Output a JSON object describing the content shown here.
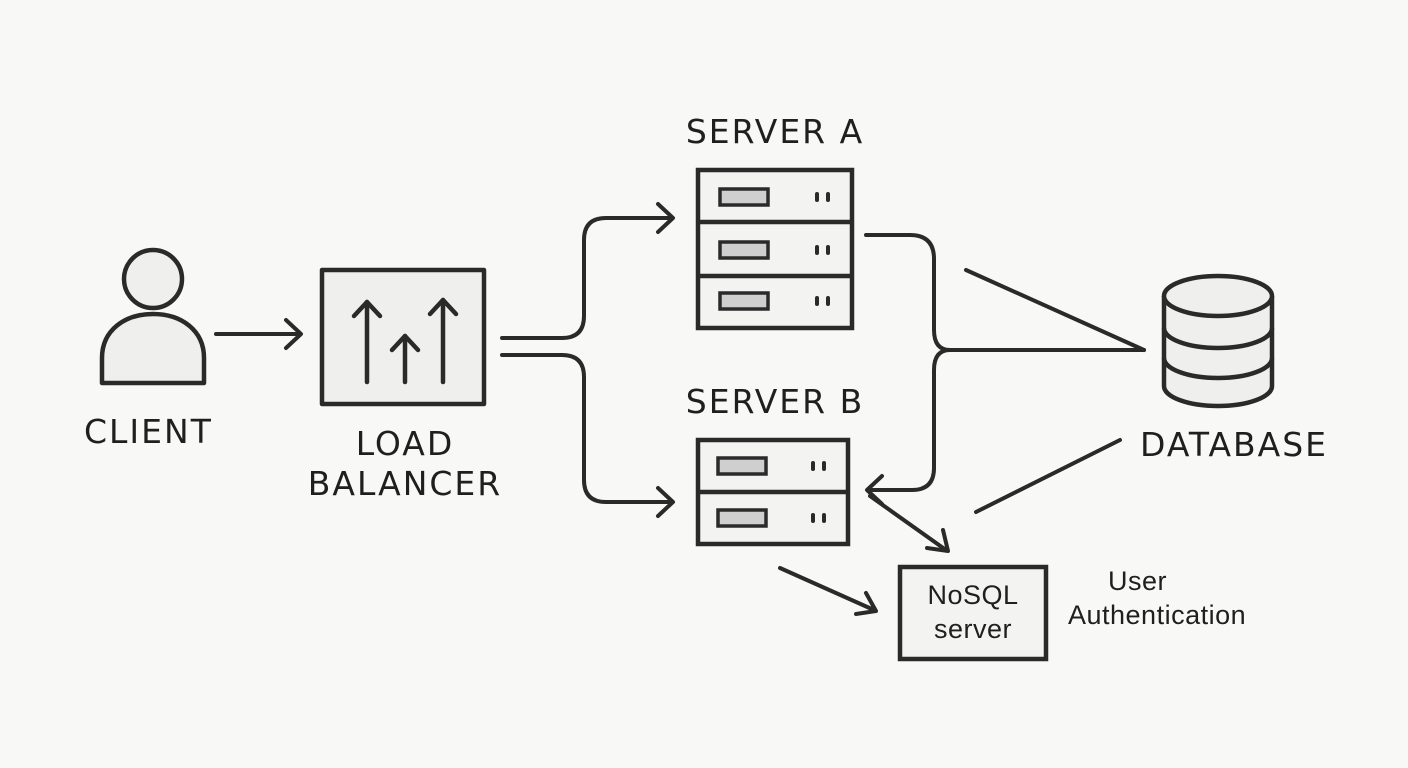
{
  "nodes": {
    "client": {
      "label": "CLIENT"
    },
    "load_balancer": {
      "label_line1": "LOAD",
      "label_line2": "BALANCER"
    },
    "server_a": {
      "label": "SERVER A"
    },
    "server_b": {
      "label": "SERVER B"
    },
    "database": {
      "label": "DATABASE"
    },
    "nosql": {
      "label_line1": "NoSQL",
      "label_line2": "server"
    },
    "user_auth": {
      "label_line1": "User",
      "label_line2": "Authentication"
    }
  },
  "colors": {
    "ink": "#2a2a2a",
    "paper": "#f8f8f6",
    "fill": "#efefed",
    "slot": "#cfcfcf"
  },
  "icons": {
    "client": "person-icon",
    "load_balancer": "load-balancer-arrows-icon",
    "server_a": "server-rack-icon",
    "server_b": "server-rack-icon",
    "database": "database-cylinder-icon"
  }
}
